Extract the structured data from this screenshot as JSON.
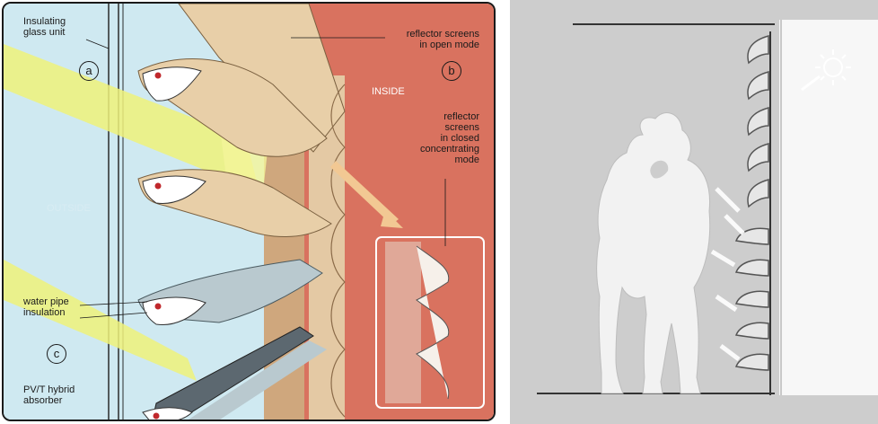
{
  "left_diagram": {
    "labels": {
      "insulating_glass": [
        "Insulating",
        "glass unit"
      ],
      "reflector_open": [
        "reflector screens",
        "in open mode"
      ],
      "inside": "INSIDE",
      "outside": "OUTSIDE",
      "reflector_closed": [
        "reflector",
        "screens",
        "in closed",
        "concentrating",
        "mode"
      ],
      "water_pipe": [
        "water pipe",
        "insulation"
      ],
      "pvt_absorber": [
        "PV/T hybrid",
        "absorber"
      ]
    },
    "markers": {
      "a": "a",
      "b": "b",
      "c": "c"
    },
    "colors": {
      "outside_glass": "#cfe9f1",
      "inside_wall": "#d9725f",
      "reflector": "#e8cfa8",
      "sunbeam": "#eef27a",
      "frame": "#cfa77d"
    }
  },
  "right_illustration": {
    "icons": [
      "couple-silhouette-icon",
      "sun-icon",
      "louver-array-icon"
    ],
    "colors": {
      "background": "#cdcdcd",
      "wall": "#f7f7f7",
      "louver": "#555555"
    }
  }
}
